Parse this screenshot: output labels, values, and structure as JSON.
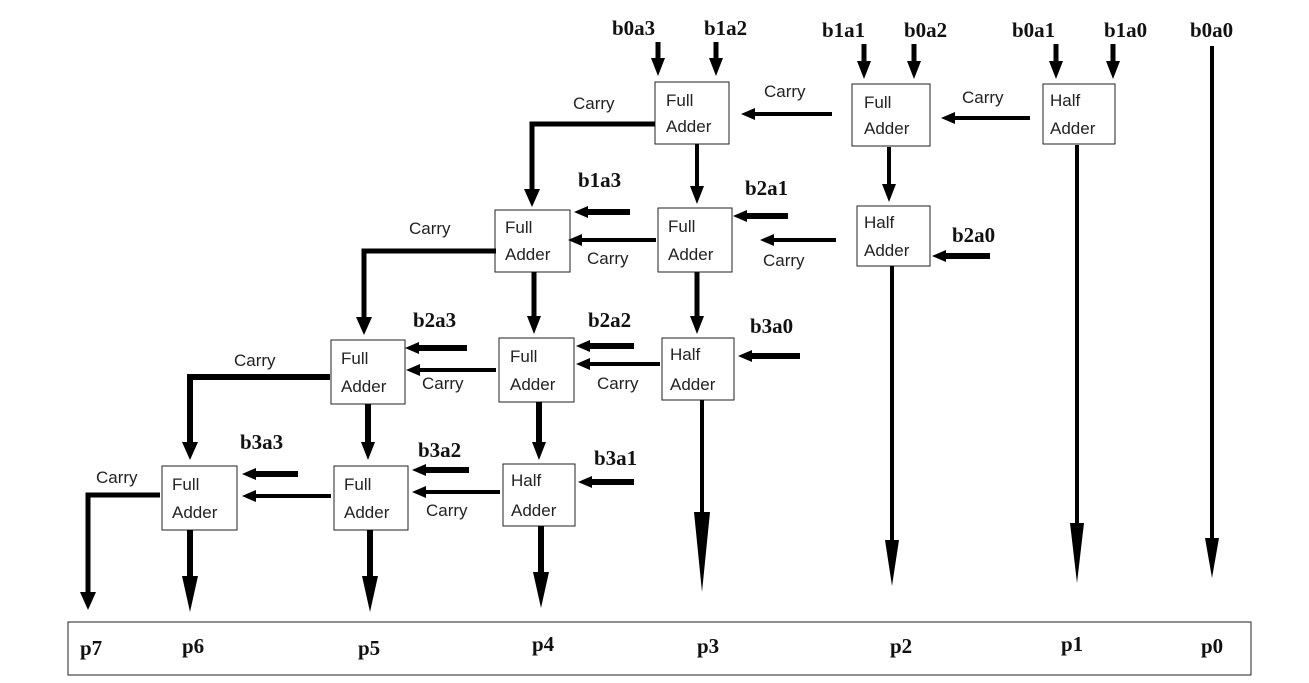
{
  "boxes": {
    "fa_r1_c3": [
      "Full",
      "Adder"
    ],
    "fa_r1_c2": [
      "Full",
      "Adder"
    ],
    "ha_r1_c1": [
      "Half",
      "Adder"
    ],
    "fa_r2_c4": [
      "Full",
      "Adder"
    ],
    "fa_r2_c3": [
      "Full",
      "Adder"
    ],
    "ha_r2_c2": [
      "Half",
      "Adder"
    ],
    "fa_r3_c5": [
      "Full",
      "Adder"
    ],
    "fa_r3_c4": [
      "Full",
      "Adder"
    ],
    "ha_r3_c3": [
      "Half",
      "Adder"
    ],
    "fa_r4_c6": [
      "Full",
      "Adder"
    ],
    "fa_r4_c5": [
      "Full",
      "Adder"
    ],
    "ha_r4_c4": [
      "Half",
      "Adder"
    ]
  },
  "inputs": {
    "b0a3": "b0a3",
    "b1a2": "b1a2",
    "b1a1": "b1a1",
    "b0a2": "b0a2",
    "b0a1": "b0a1",
    "b1a0": "b1a0",
    "b0a0": "b0a0",
    "b1a3": "b1a3",
    "b2a1": "b2a1",
    "b2a0": "b2a0",
    "b2a3": "b2a3",
    "b2a2": "b2a2",
    "b3a0": "b3a0",
    "b3a3": "b3a3",
    "b3a2": "b3a2",
    "b3a1": "b3a1"
  },
  "carry_label": "Carry",
  "outputs": [
    "p7",
    "p6",
    "p5",
    "p4",
    "p3",
    "p2",
    "p1",
    "p0"
  ]
}
